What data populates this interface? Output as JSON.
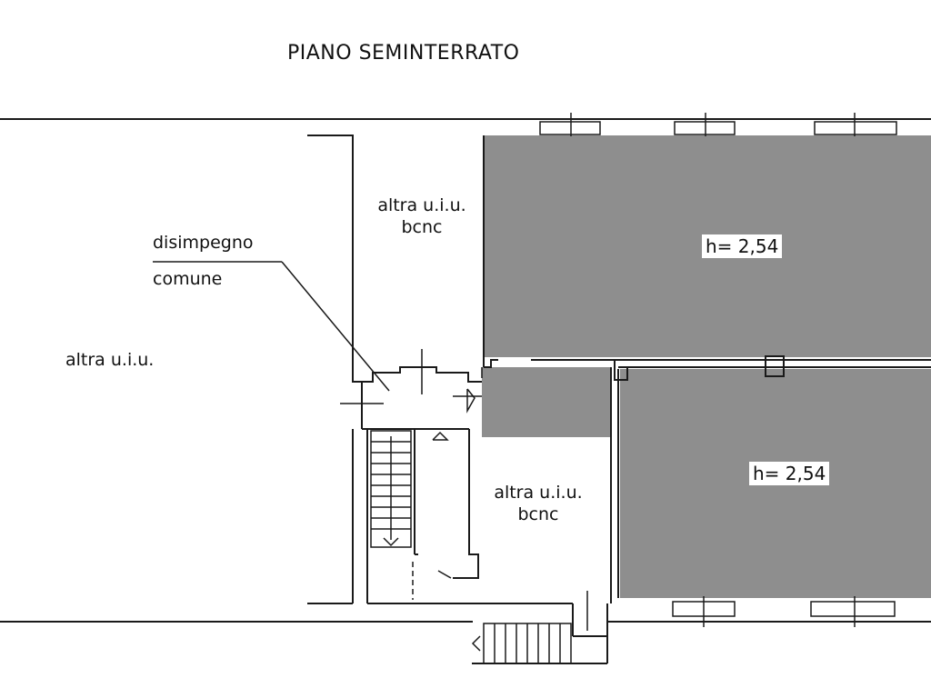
{
  "plan": {
    "title": "PIANO SEMINTERRATO",
    "fill_color": "#8e8e8e",
    "line_color": "#1a1a1a",
    "labels": {
      "other_unit_left": "altra u.i.u.",
      "other_unit_top_line1": "altra u.i.u.",
      "other_unit_top_line2": "bcnc",
      "other_unit_bottom_line1": "altra u.i.u.",
      "other_unit_bottom_line2": "bcnc",
      "corridor_line1": "disimpegno",
      "corridor_line2": "comune",
      "height_upper": "h= 2,54",
      "height_lower": "h= 2,54"
    }
  }
}
